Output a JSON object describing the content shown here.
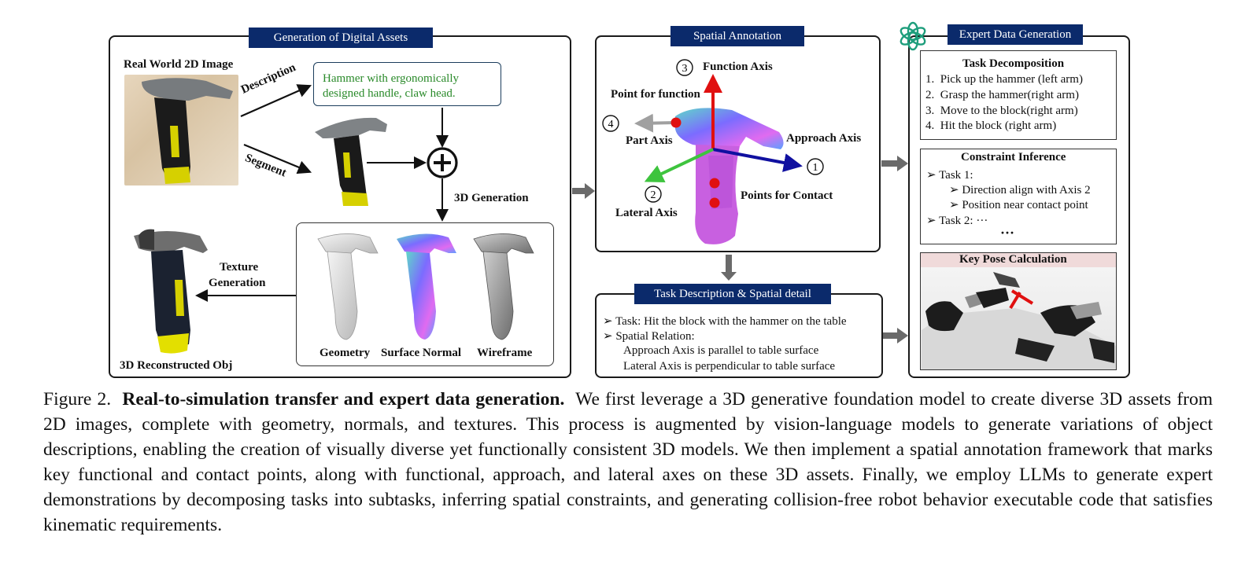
{
  "panels": {
    "assets": {
      "title": "Generation of Digital Assets",
      "real_image_label": "Real World 2D Image",
      "description_label": "Description",
      "description_text_1": "Hammer with ergonomically",
      "description_text_2": "designed handle, claw head.",
      "segment_label": "Segment",
      "generation_label": "3D Generation",
      "texture_label_1": "Texture",
      "texture_label_2": "Generation",
      "reconstructed_label": "3D Reconstructed Obj",
      "views": [
        "Geometry",
        "Surface Normal",
        "Wireframe"
      ]
    },
    "spatial": {
      "title": "Spatial Annotation",
      "function_axis_num": "3",
      "function_axis": "Function Axis",
      "point_function": "Point for function",
      "part_axis_num": "4",
      "part_axis": "Part Axis",
      "approach_axis": "Approach Axis",
      "approach_num": "1",
      "lateral_num": "2",
      "lateral_axis": "Lateral Axis",
      "points_contact": "Points for Contact"
    },
    "task_desc": {
      "title": "Task Description & Spatial detail",
      "task_line": "Task: Hit the block with the  hammer on the table",
      "relation_line": "Spatial Relation:",
      "approach_line": "Approach Axis is parallel to table surface",
      "lateral_line": "Lateral  Axis is perpendicular to table surface"
    },
    "expert": {
      "title": "Expert Data Generation",
      "decomp_title": "Task Decomposition",
      "decomp_items": [
        "Pick up the hammer (left arm)",
        "Grasp the hammer(right arm)",
        "Move to the block(right arm)",
        "Hit the block (right arm)"
      ],
      "constraint_title": "Constraint Inference",
      "task1": "Task 1:",
      "constraint_1": "Direction align with Axis 2",
      "constraint_2": "Position near contact point",
      "task2": "Task 2: ···",
      "ellipsis": "···",
      "keypose_title": "Key Pose Calculation"
    }
  },
  "caption": {
    "prefix": "Figure 2.",
    "bold": "Real-to-simulation transfer and expert data generation.",
    "text": "We first leverage a 3D generative foundation model to create diverse 3D assets from 2D images, complete with geometry, normals, and textures. This process is augmented by vision-language models to generate variations of object descriptions, enabling the creation of visually diverse yet functionally consistent 3D models. We then implement a spatial annotation framework that marks key functional and contact points, along with functional, approach, and lateral axes on these 3D assets. Finally, we employ LLMs to generate expert demonstrations by decomposing tasks into subtasks, inferring spatial constraints, and generating collision-free robot behavior executable code that satisfies kinematic requirements."
  },
  "colors": {
    "tab_bg": "#0b2a6b",
    "description_text": "#2a8a2a",
    "function_axis": "#e01010",
    "approach_axis": "#1010a0",
    "lateral_axis": "#3ec43e",
    "part_axis": "#a0a0a0",
    "contact_point": "#e01010",
    "keypose_header": "#f0dada"
  },
  "icons": [
    "openai-logo-icon",
    "plus-circle-icon"
  ]
}
